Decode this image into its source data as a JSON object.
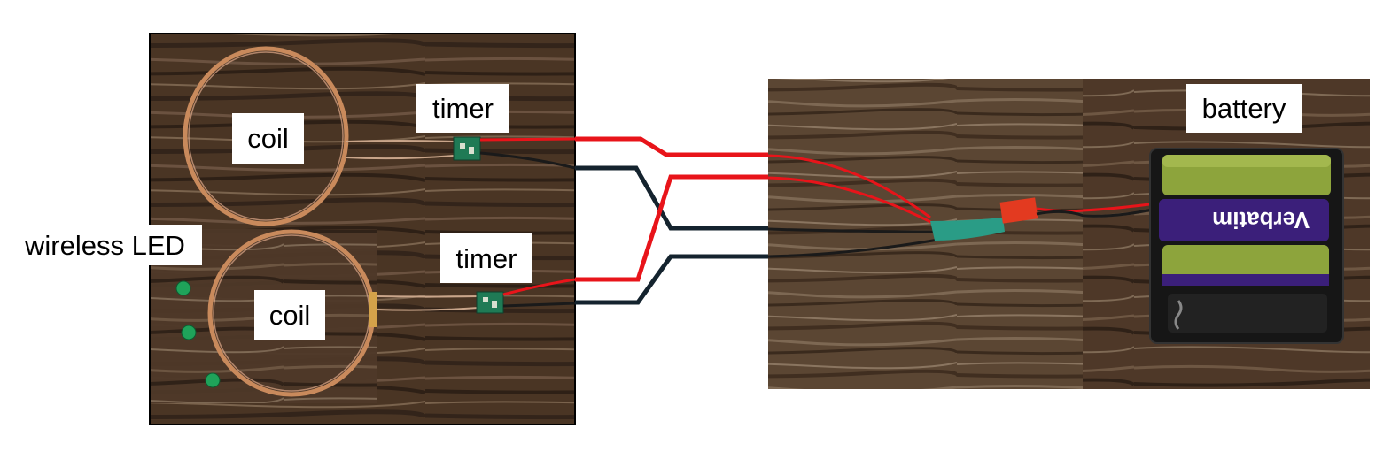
{
  "labels": {
    "coil_top": "coil",
    "coil_bottom": "coil",
    "timer_top": "timer",
    "timer_bottom": "timer",
    "battery": "battery",
    "wireless_led": "wireless LED"
  },
  "battery_brand": "Verbatim",
  "colors": {
    "wood_dark": "#3a2a1c",
    "wood_mid": "#5a4330",
    "wood_light": "#7a634d",
    "wire_red": "#e8141a",
    "wire_navy": "#14232e",
    "copper": "#c98a5c",
    "pcb_green": "#1f7a55",
    "led_green": "#1fa35a",
    "connector_red": "#e33a20",
    "heatshrink_teal": "#2a9c86",
    "battery_green": "#8da43c",
    "battery_purple": "#3b1f7a"
  }
}
